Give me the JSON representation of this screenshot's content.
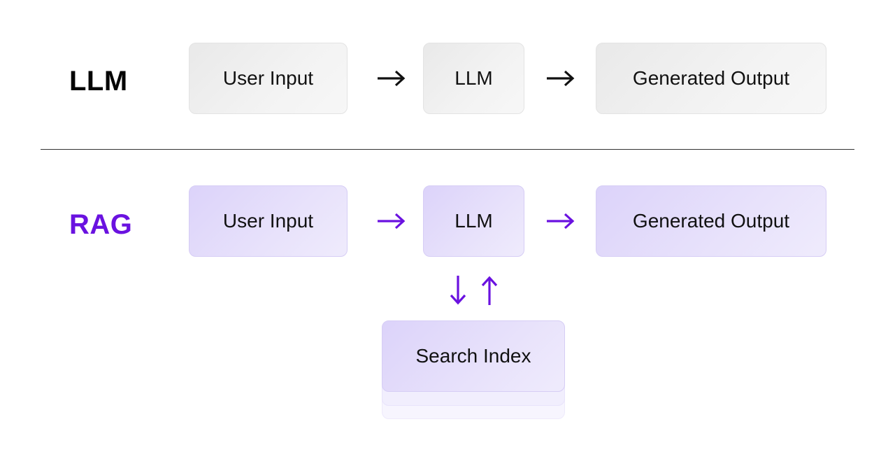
{
  "llm_row": {
    "label": "LLM",
    "nodes": [
      "User Input",
      "LLM",
      "Generated Output"
    ],
    "arrow_color": "#111111"
  },
  "rag_row": {
    "label": "RAG",
    "nodes": [
      "User Input",
      "LLM",
      "Generated Output"
    ],
    "search_index": "Search Index",
    "arrow_color": "#6a12e0"
  },
  "colors": {
    "accent_purple": "#6a12e0",
    "gray_box": "#efefef",
    "purple_box": "#e6dffb",
    "divider": "#333333"
  }
}
